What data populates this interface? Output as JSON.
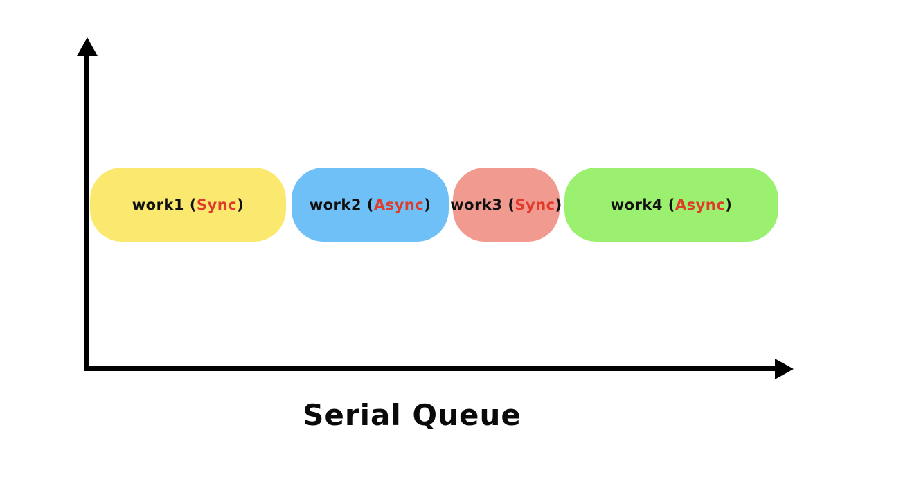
{
  "diagram": {
    "title": "Serial Queue",
    "axis_color": "#000000",
    "mode_text_color": "#e03c2c",
    "label_text_color": "#111111",
    "blocks": [
      {
        "label_prefix": "work1 (",
        "mode": "Sync",
        "label_suffix": ")",
        "fill": "#fae96e"
      },
      {
        "label_prefix": "work2 (",
        "mode": "Async",
        "label_suffix": ")",
        "fill": "#6fc0f6"
      },
      {
        "label_prefix": "work3 (",
        "mode": "Sync",
        "label_suffix": ")",
        "fill": "#f09a90"
      },
      {
        "label_prefix": "work4 (",
        "mode": "Async",
        "label_suffix": ")",
        "fill": "#9cf06f"
      }
    ]
  }
}
